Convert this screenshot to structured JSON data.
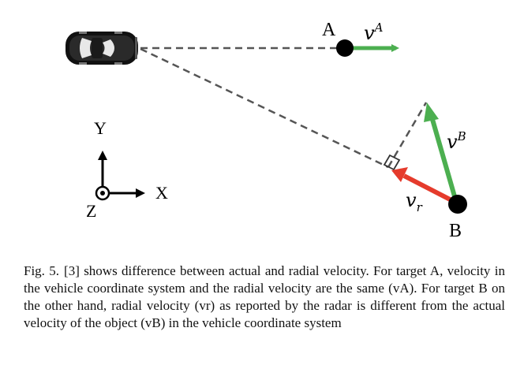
{
  "diagram": {
    "target_a_label": "A",
    "target_b_label": "B",
    "v_a_label_base": "v",
    "v_a_label_sup": "A",
    "v_b_label_base": "v",
    "v_b_label_sup": "B",
    "v_r_label_base": "v",
    "v_r_label_sub": "r",
    "axis_y_label": "Y",
    "axis_x_label": "X",
    "axis_z_label": "Z",
    "colors": {
      "actual_velocity": "#4caf50",
      "radial_velocity": "#e53b2c",
      "line_of_sight": "#555555",
      "target": "#000000",
      "vehicle": "#111111"
    }
  },
  "caption": {
    "label": "Fig. 5.",
    "text": "[3] shows difference between actual and radial velocity. For target A, velocity in the vehicle coordinate system and the radial velocity are the same (vA). For target B on the other hand, radial velocity (vr) as reported by the radar is different from the actual velocity of the object (vB) in the vehicle coordinate system"
  }
}
